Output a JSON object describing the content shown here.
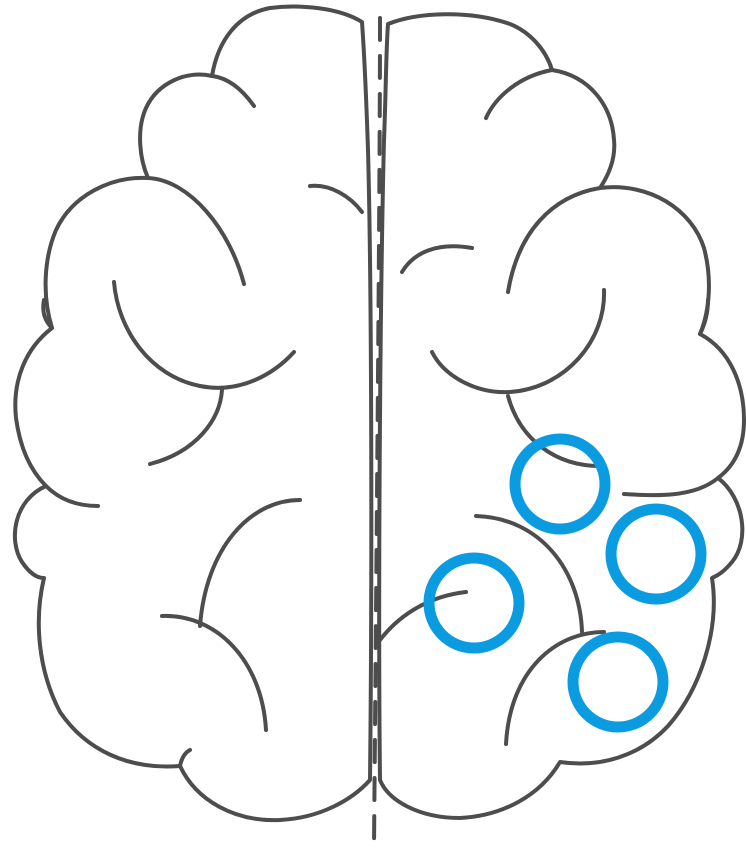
{
  "diagram": {
    "type": "brain-top-view",
    "colors": {
      "outline": "#4d4d4d",
      "marker": "#0a9be0",
      "background": "#ffffff"
    },
    "markers": [
      {
        "id": "marker-1",
        "hemisphere": "right"
      },
      {
        "id": "marker-2",
        "hemisphere": "right"
      },
      {
        "id": "marker-3",
        "hemisphere": "right"
      },
      {
        "id": "marker-4",
        "hemisphere": "right"
      }
    ]
  }
}
